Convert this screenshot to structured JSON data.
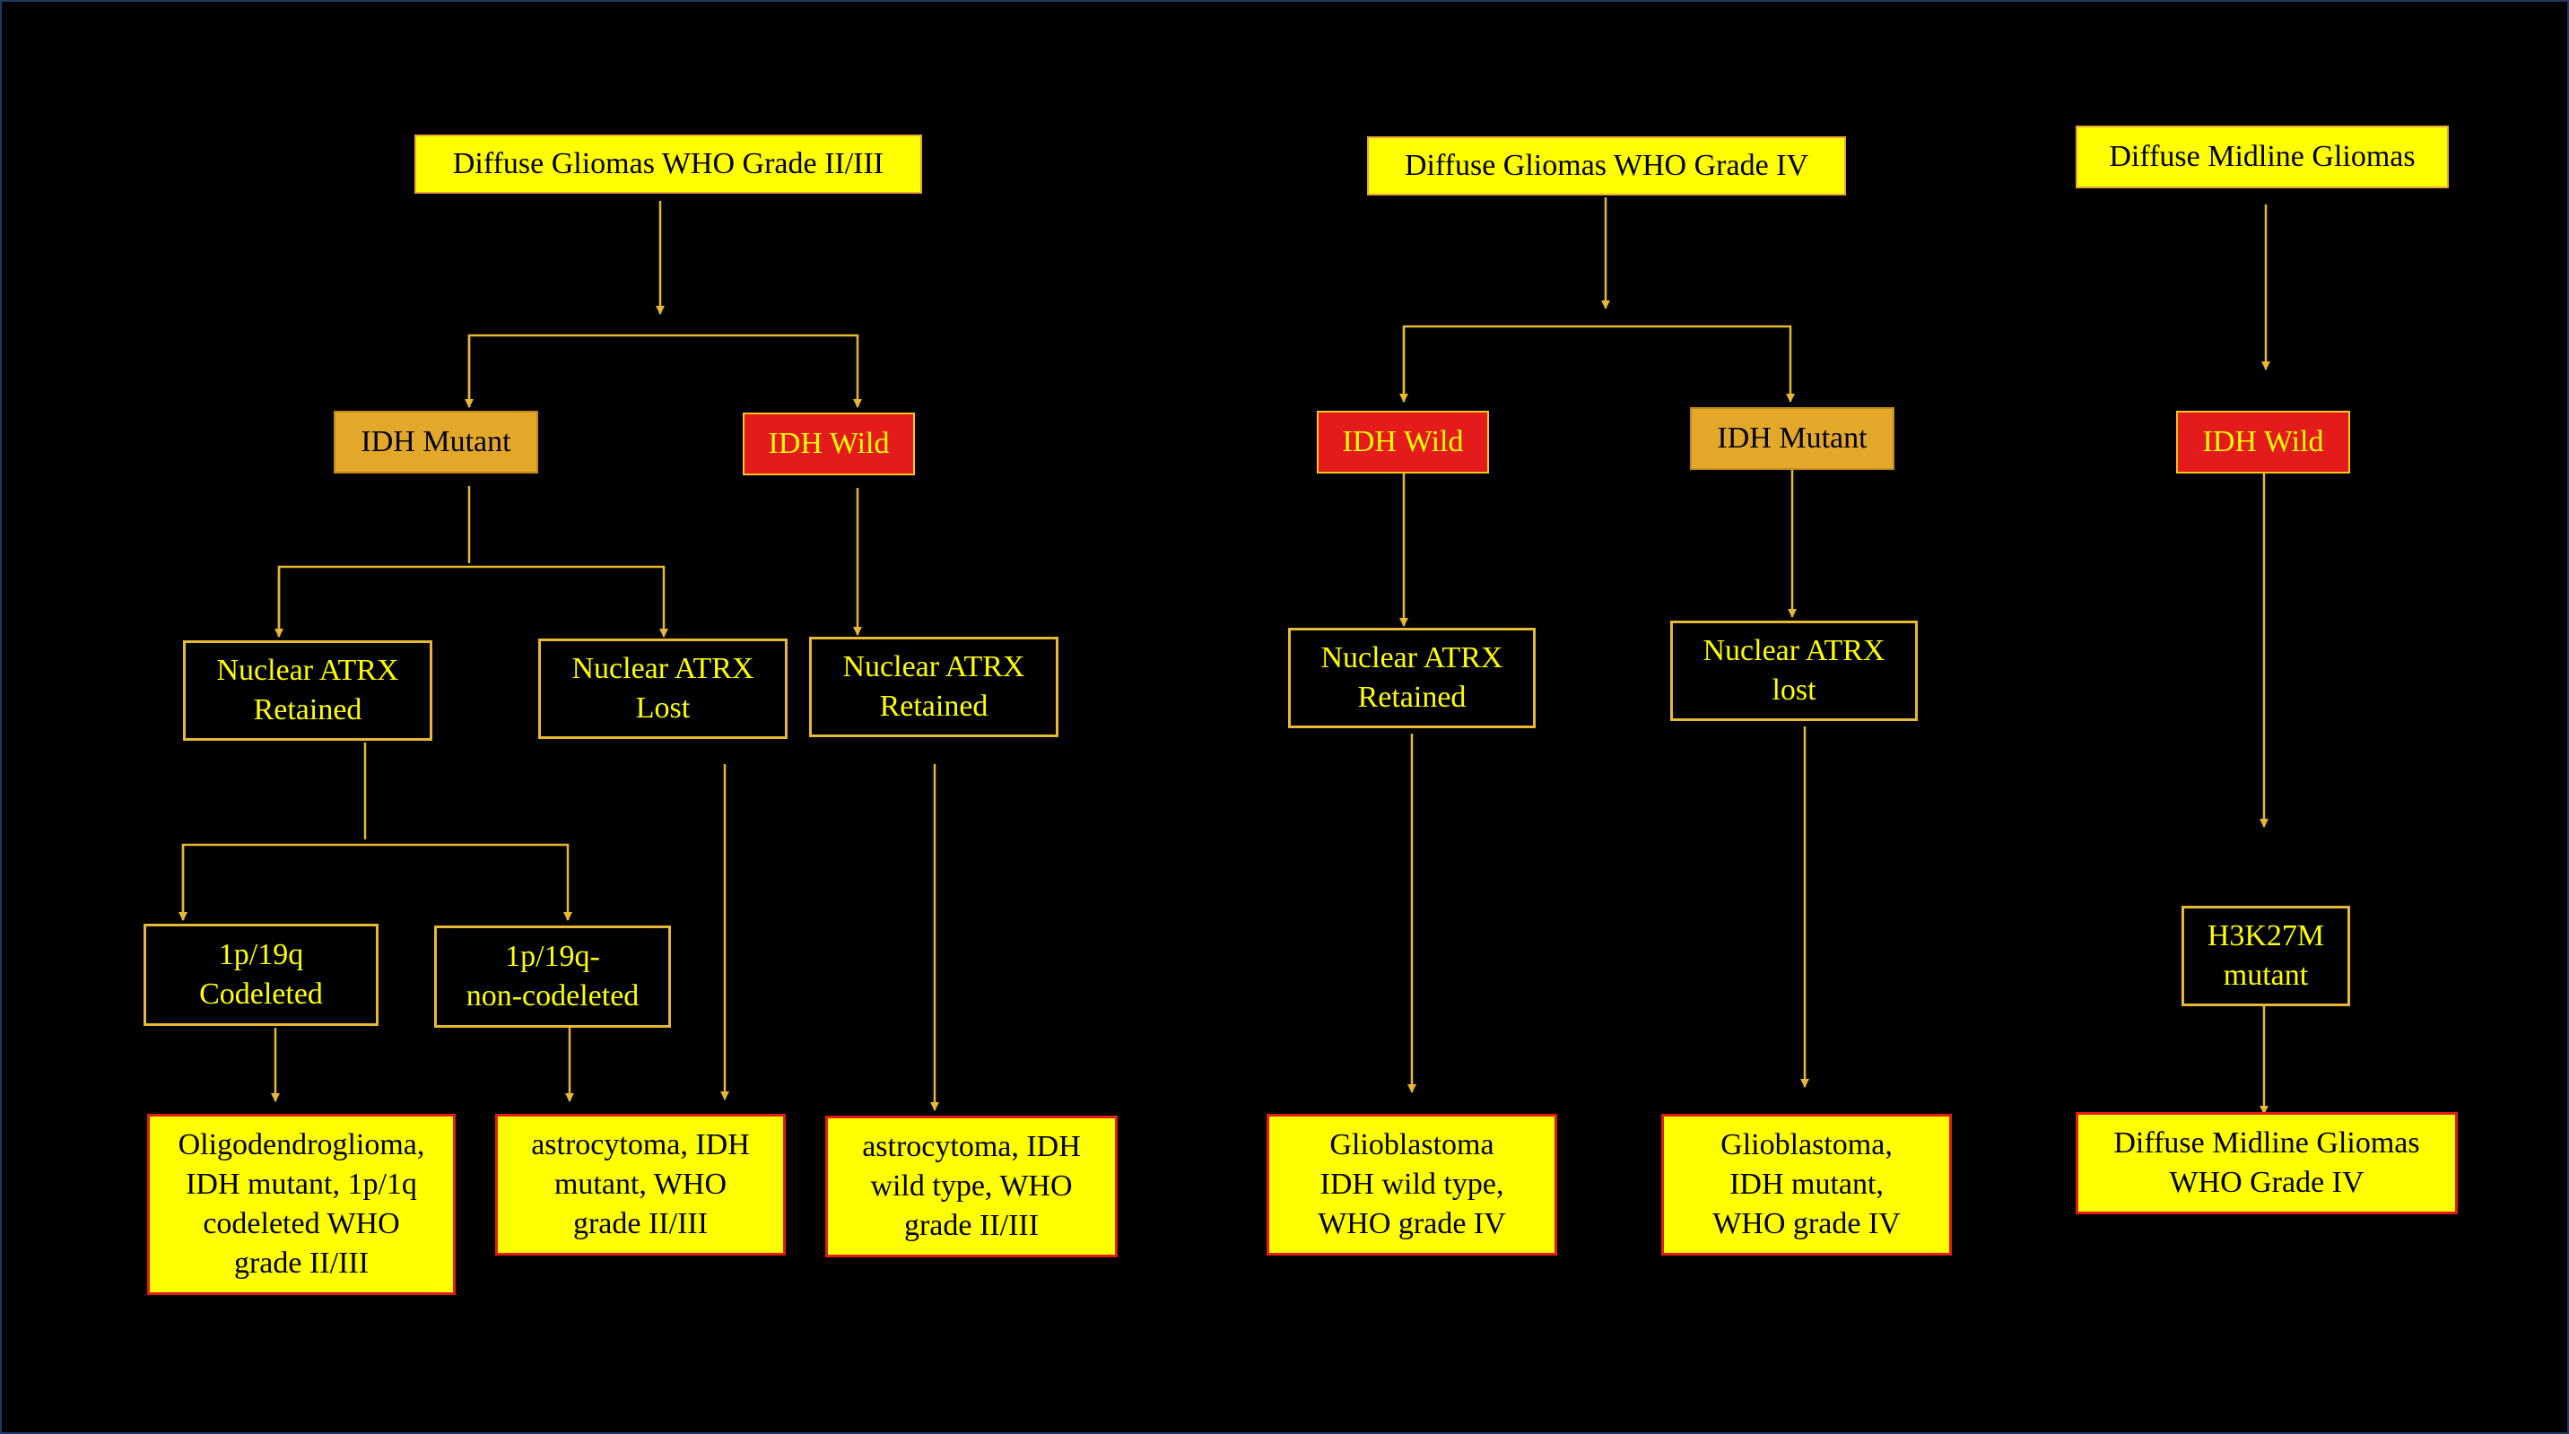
{
  "colors": {
    "background": "#000000",
    "connector": "#e6b833",
    "yellow_box": "#ffff00",
    "gold_box": "#e3a82a",
    "red_box": "#e31b1b",
    "text_on_dark": "#ffff00",
    "result_border": "#e31b1b"
  },
  "nodes": {
    "dg23": {
      "lines": [
        "Diffuse Gliomas WHO Grade II/III"
      ]
    },
    "dg23_idh_mut": {
      "lines": [
        "IDH Mutant"
      ]
    },
    "dg23_idh_wild": {
      "lines": [
        "IDH Wild"
      ]
    },
    "atrx_ret_a": {
      "lines": [
        "Nuclear ATRX",
        "Retained"
      ]
    },
    "atrx_lost_a": {
      "lines": [
        "Nuclear ATRX",
        "Lost"
      ]
    },
    "atrx_ret_b": {
      "lines": [
        "Nuclear ATRX",
        "Retained"
      ]
    },
    "codel": {
      "lines": [
        "1p/19q",
        "Codeleted"
      ]
    },
    "noncodel": {
      "lines": [
        "1p/19q-",
        "non-codeleted"
      ]
    },
    "res_oligo": {
      "lines": [
        "Oligodendroglioma,",
        "IDH mutant, 1p/1q",
        "codeleted WHO",
        "grade II/III"
      ]
    },
    "res_astro_mut": {
      "lines": [
        "astrocytoma, IDH",
        "mutant, WHO",
        "grade II/III"
      ]
    },
    "res_astro_wild": {
      "lines": [
        "astrocytoma, IDH",
        "wild type, WHO",
        "grade II/III"
      ]
    },
    "dg4": {
      "lines": [
        "Diffuse Gliomas WHO Grade IV"
      ]
    },
    "dg4_idh_wild": {
      "lines": [
        "IDH Wild"
      ]
    },
    "dg4_idh_mut": {
      "lines": [
        "IDH Mutant"
      ]
    },
    "atrx_ret_c": {
      "lines": [
        "Nuclear ATRX",
        "Retained"
      ]
    },
    "atrx_lost_b": {
      "lines": [
        "Nuclear ATRX",
        "lost"
      ]
    },
    "res_gbm_wild": {
      "lines": [
        "Glioblastoma",
        "IDH wild type,",
        "WHO grade IV"
      ]
    },
    "res_gbm_mut": {
      "lines": [
        "Glioblastoma,",
        "IDH mutant,",
        "WHO grade IV"
      ]
    },
    "dmg": {
      "lines": [
        "Diffuse Midline Gliomas"
      ]
    },
    "dmg_idh_wild": {
      "lines": [
        "IDH Wild"
      ]
    },
    "h3k27m": {
      "lines": [
        "H3K27M",
        "mutant"
      ]
    },
    "res_dmg": {
      "lines": [
        "Diffuse Midline Gliomas",
        "WHO Grade IV"
      ]
    }
  },
  "edges": [
    [
      "dg23",
      "dg23_idh_mut"
    ],
    [
      "dg23",
      "dg23_idh_wild"
    ],
    [
      "dg23_idh_mut",
      "atrx_ret_a"
    ],
    [
      "dg23_idh_mut",
      "atrx_lost_a"
    ],
    [
      "dg23_idh_wild",
      "atrx_ret_b"
    ],
    [
      "atrx_ret_a",
      "codel"
    ],
    [
      "atrx_ret_a",
      "noncodel"
    ],
    [
      "codel",
      "res_oligo"
    ],
    [
      "noncodel",
      "res_astro_mut"
    ],
    [
      "atrx_lost_a",
      "res_astro_mut"
    ],
    [
      "atrx_ret_b",
      "res_astro_wild"
    ],
    [
      "dg4",
      "dg4_idh_wild"
    ],
    [
      "dg4",
      "dg4_idh_mut"
    ],
    [
      "dg4_idh_wild",
      "atrx_ret_c"
    ],
    [
      "dg4_idh_mut",
      "atrx_lost_b"
    ],
    [
      "atrx_ret_c",
      "res_gbm_wild"
    ],
    [
      "atrx_lost_b",
      "res_gbm_mut"
    ],
    [
      "dmg",
      "dmg_idh_wild"
    ],
    [
      "dmg_idh_wild",
      "h3k27m"
    ],
    [
      "h3k27m",
      "res_dmg"
    ]
  ]
}
